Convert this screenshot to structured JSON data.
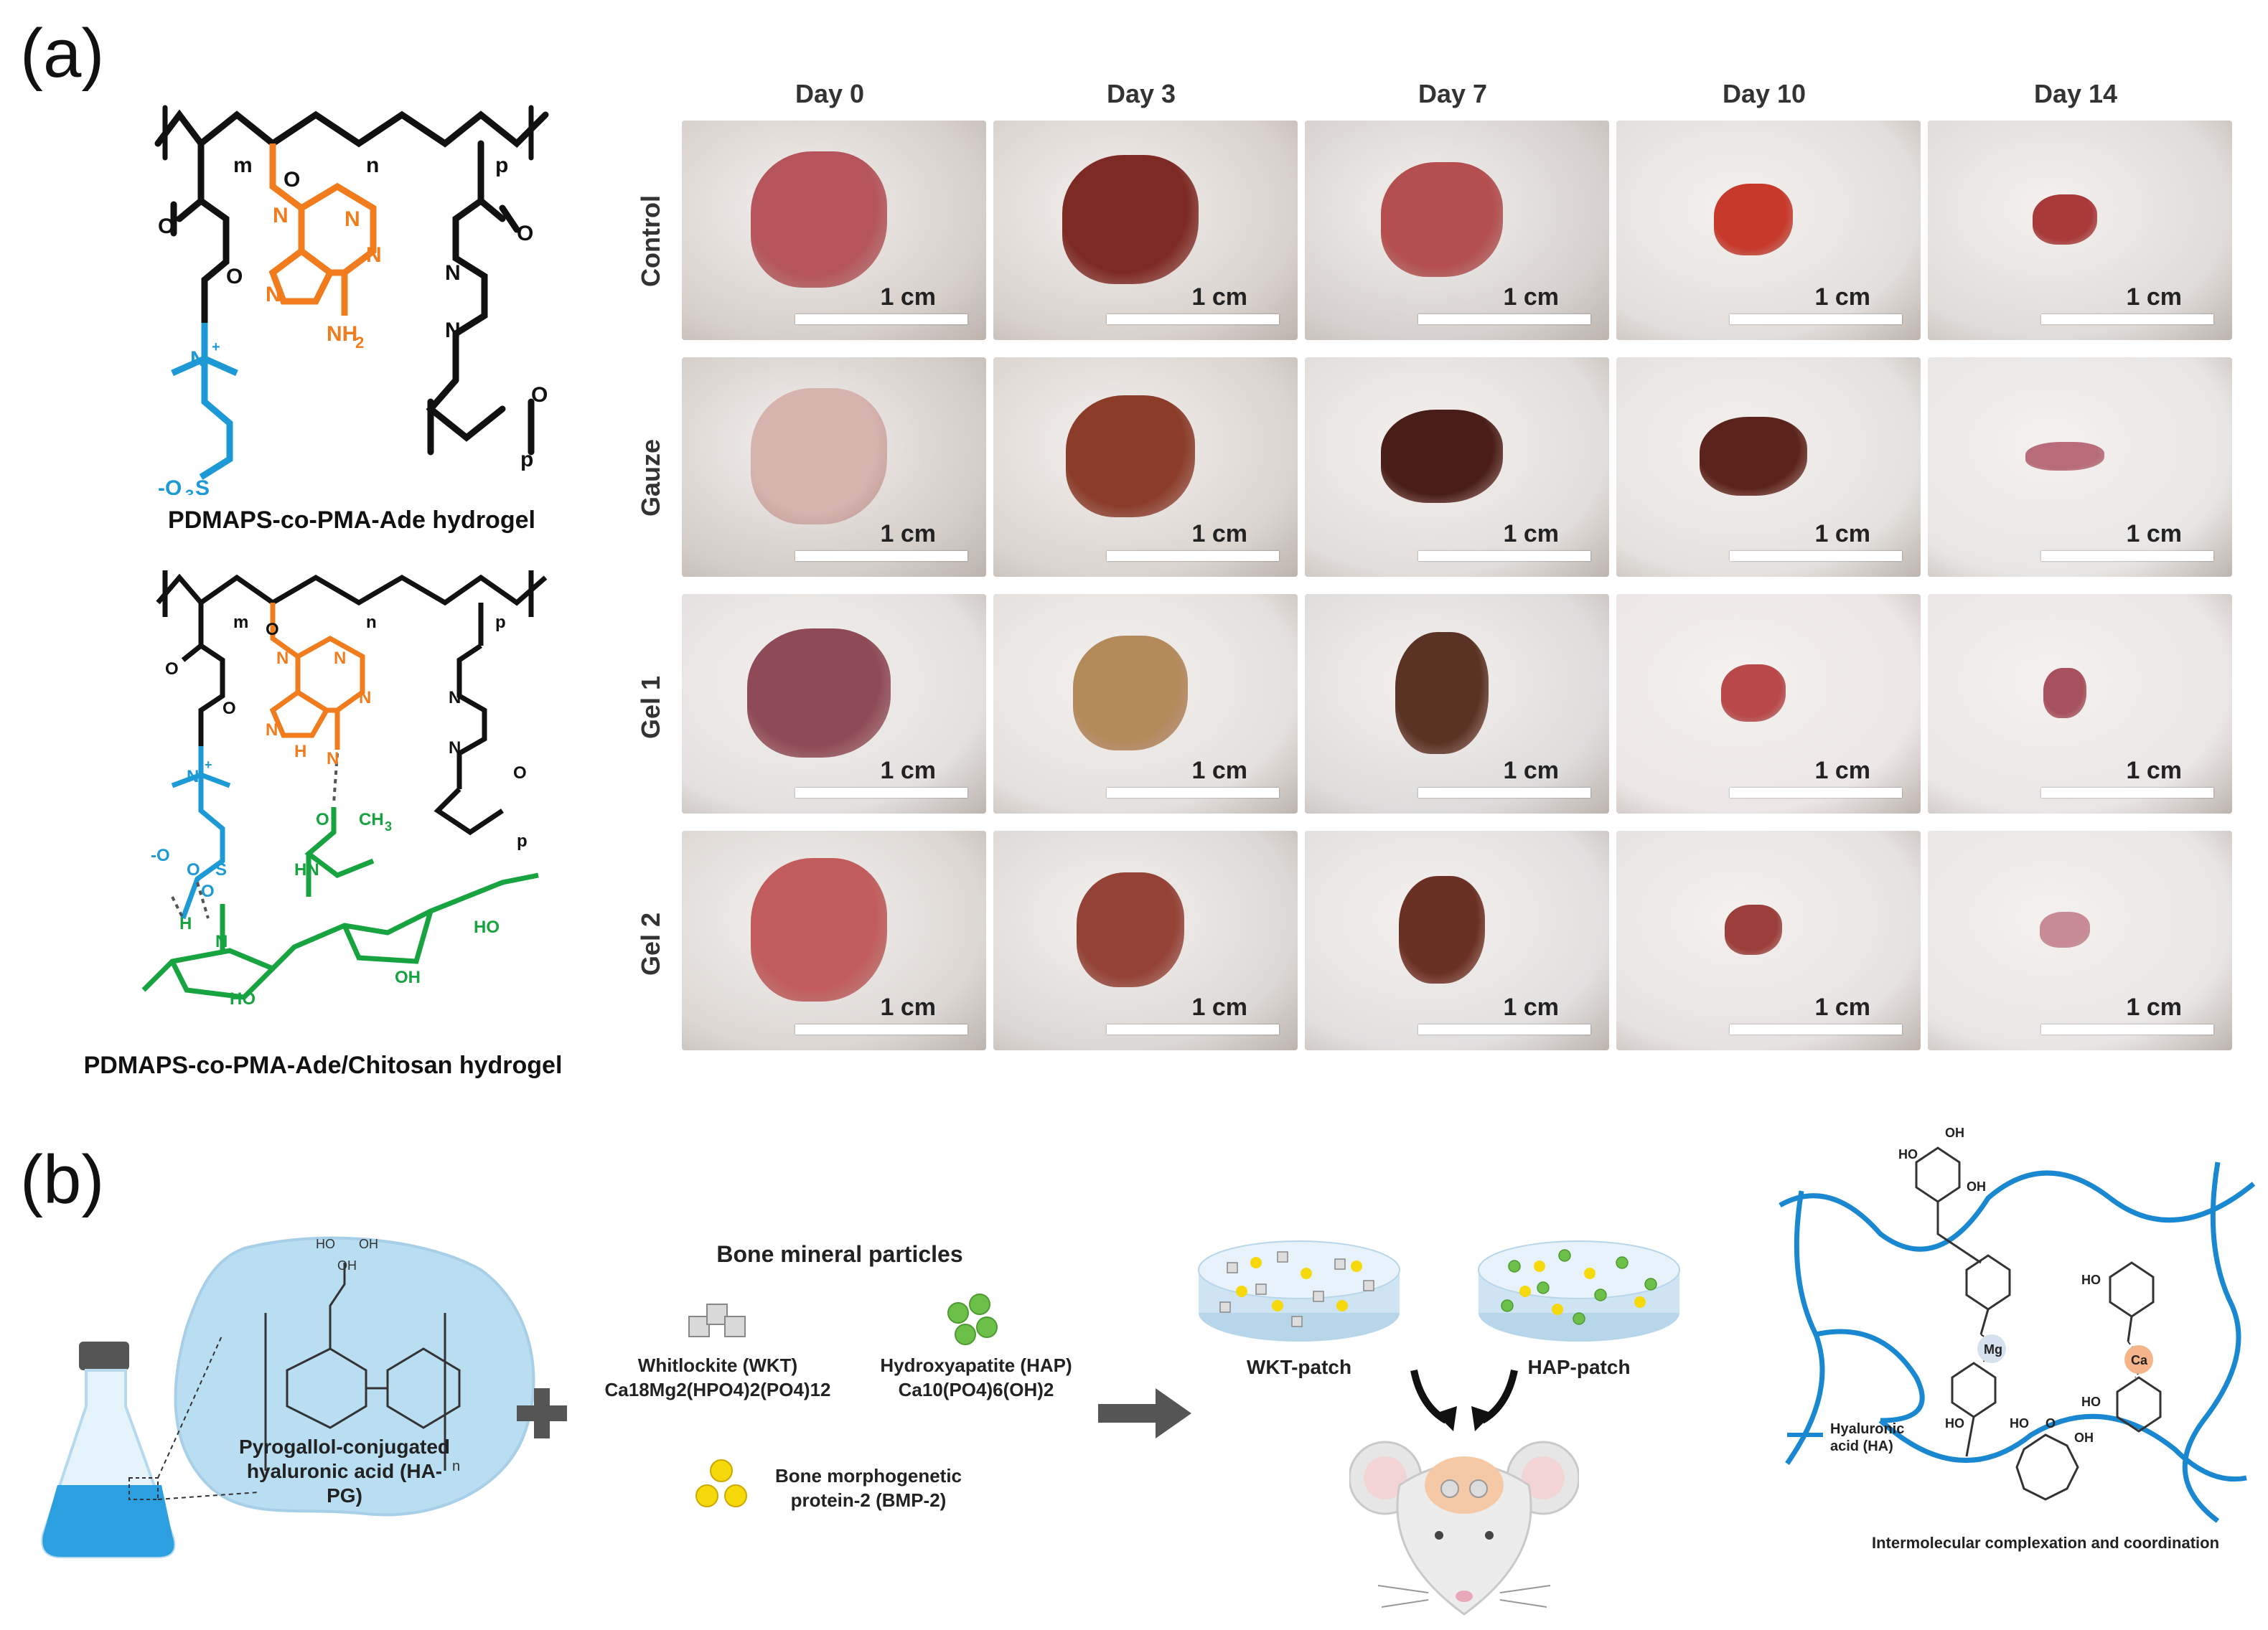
{
  "panel_a": {
    "label": "(a)",
    "structure1_caption": "PDMAPS-co-PMA-Ade hydrogel",
    "structure2_caption": "PDMAPS-co-PMA-Ade/Chitosan hydrogel",
    "days": [
      "Day 0",
      "Day 3",
      "Day 7",
      "Day 10",
      "Day 14"
    ],
    "groups": [
      "Control",
      "Gauze",
      "Gel 1",
      "Gel 2"
    ],
    "scale_bar": "1 cm",
    "chem_labels": {
      "m": "m",
      "n": "n",
      "p": "p",
      "nh2": "NH2",
      "n_plus": "N+",
      "so3": "-O3S",
      "h": "H",
      "ch3": "CH3",
      "ho": "HO",
      "oh": "OH"
    }
  },
  "panel_b": {
    "label": "(b)",
    "ha_pg_label": "Pyrogallol-conjugated hyaluronic acid (HA-PG)",
    "bone_mineral_title": "Bone mineral particles",
    "wkt_name": "Whitlockite (WKT)",
    "wkt_formula": "Ca18Mg2(HPO4)2(PO4)12",
    "hap_name": "Hydroxyapatite (HAP)",
    "hap_formula": "Ca10(PO4)6(OH)2",
    "bmp_name": "Bone morphogenetic protein-2 (BMP-2)",
    "wkt_patch": "WKT-patch",
    "hap_patch": "HAP-patch",
    "ha_legend": "Hyaluronic acid (HA)",
    "mg": "Mg",
    "ca": "Ca",
    "network_caption": "Intermolecular complexation and coordination",
    "colors": {
      "cyan": "#1d9ad6",
      "orange": "#f07c1e",
      "green": "#17a340",
      "ha_blue": "#1a88d0",
      "wkt_grey": "#bdbdbd",
      "hap_green": "#6cc04a",
      "bmp_yellow": "#f5d90a"
    }
  }
}
